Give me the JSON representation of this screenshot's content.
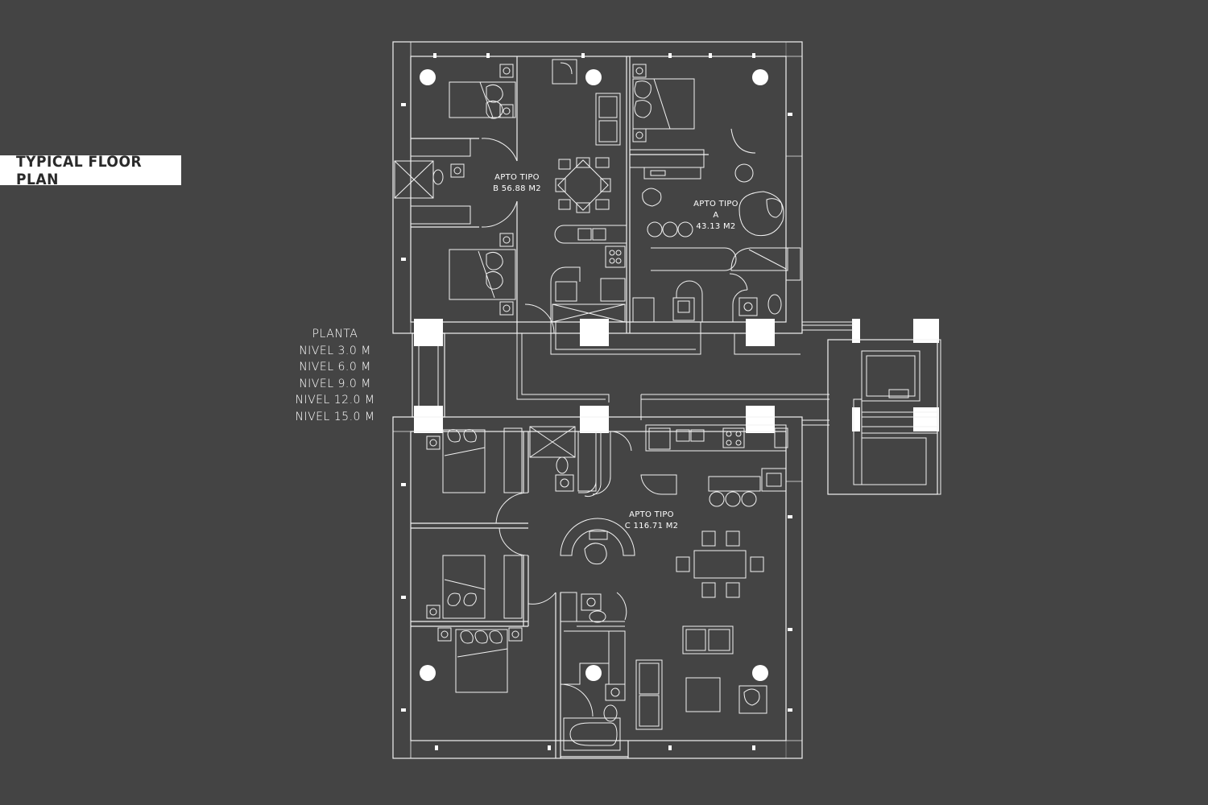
{
  "title": "TYPICAL FLOOR PLAN",
  "levels": {
    "heading": "PLANTA",
    "items": [
      "NIVEL 3.0 M",
      "NIVEL 6.0 M",
      "NIVEL 9.0 M",
      "NIVEL 12.0 M",
      "NIVEL 15.0 M"
    ]
  },
  "apartments": {
    "b": {
      "line1": "APTO TIPO",
      "line2": "B 56.88 M2"
    },
    "a": {
      "line1": "APTO TIPO",
      "line2": "A",
      "line3": "43.13 M2"
    },
    "c": {
      "line1": "APTO TIPO",
      "line2": "C 116.71 M2"
    }
  },
  "colors": {
    "background": "#444444",
    "linework": "#f2f2f2",
    "badge": "#ffffff",
    "badge_text": "#2a2a2a"
  }
}
